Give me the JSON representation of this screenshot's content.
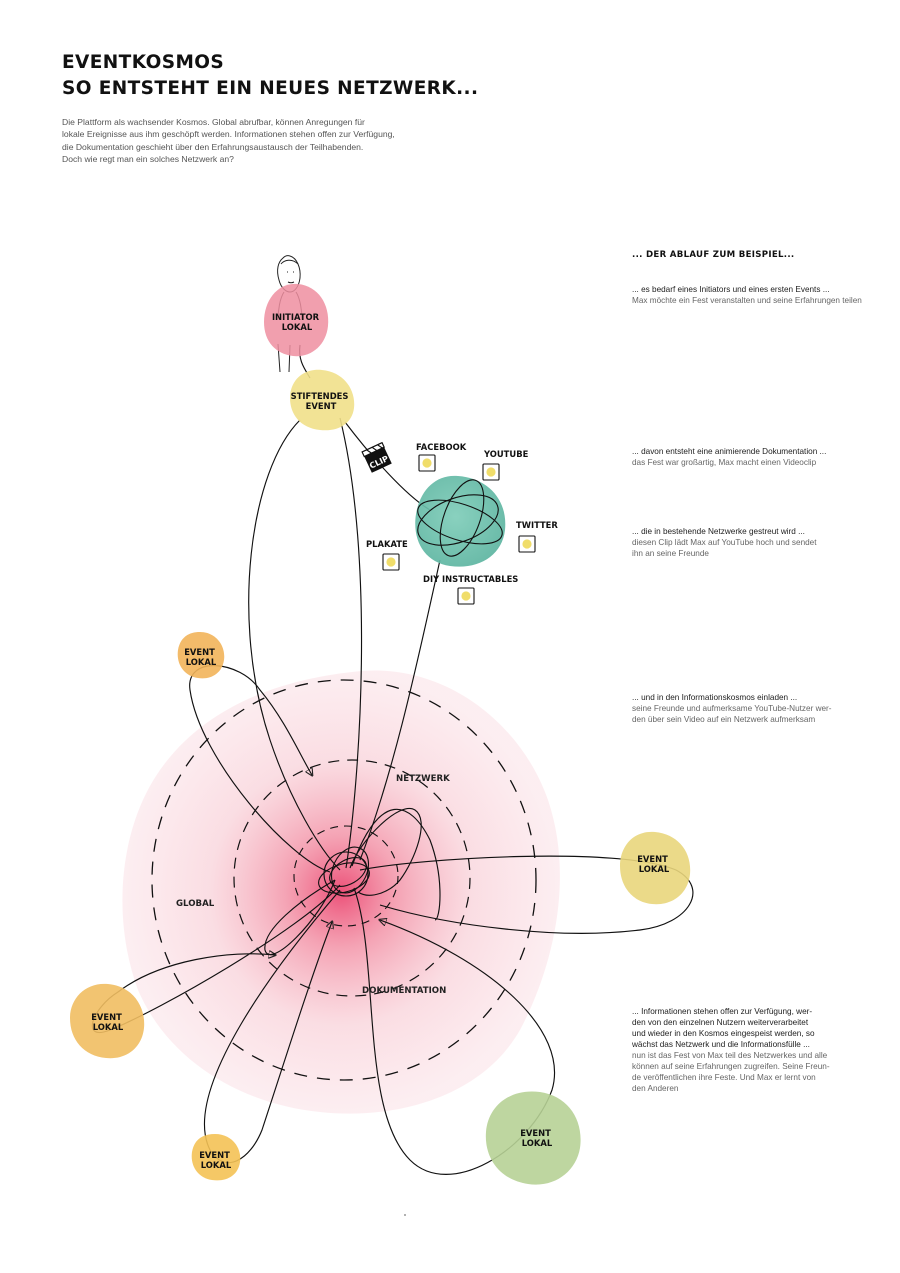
{
  "header": {
    "title_line1": "EVENTKOSMOS",
    "title_line2": "SO ENTSTEHT EIN NEUES NETZWERK...",
    "intro_lines": [
      "Die Plattform als wachsender Kosmos. Global abrufbar, können Anregungen für",
      "lokale Ereignisse aus ihm geschöpft werden. Informationen stehen offen zur Verfügung,",
      "die Dokumentation geschieht über den Erfahrungsaustausch der Teilhabenden.",
      "Doch wie regt man ein solches Netzwerk an?"
    ]
  },
  "sidebar": {
    "heading": "... DER ABLAUF ZUM BEISPIEL...",
    "steps": [
      {
        "lead": [
          "... es bedarf eines Initiators und eines ersten Events ..."
        ],
        "detail": [
          "Max möchte ein Fest veranstalten und seine Erfahrungen teilen"
        ]
      },
      {
        "lead": [
          "... davon entsteht eine animierende Dokumentation ..."
        ],
        "detail": [
          "das Fest war großartig, Max macht einen Videoclip"
        ]
      },
      {
        "lead": [
          "... die in bestehende Netzwerke gestreut wird ..."
        ],
        "detail": [
          "diesen Clip lädt Max auf YouTube hoch und sendet",
          "ihn an seine Freunde"
        ]
      },
      {
        "lead": [
          "... und in den Informationskosmos einladen ..."
        ],
        "detail": [
          "seine Freunde und aufmerksame YouTube-Nutzer wer-",
          "den über sein Video auf ein Netzwerk aufmerksam"
        ]
      },
      {
        "lead": [
          "... Informationen stehen offen zur Verfügung, wer-",
          "den von den einzelnen Nutzern weiterverarbeitet",
          "und wieder in den Kosmos eingespeist werden, so",
          "wächst das Netzwerk und die Informationsfülle ..."
        ],
        "detail": [
          "nun ist das Fest von Max teil des Netzwerkes und alle",
          "können auf seine Erfahrungen zugreifen. Seine Freun-",
          "de veröffentlichen ihre Feste. Und Max er lernt von",
          "den Anderen"
        ]
      }
    ]
  },
  "diagram": {
    "initiator": [
      "INITIATOR",
      "LOKAL"
    ],
    "stiftendes": [
      "STIFTENDES",
      "EVENT"
    ],
    "clip": "CLIP",
    "media": {
      "facebook": "FACEBOOK",
      "youtube": "YOUTUBE",
      "twitter": "TWITTER",
      "plakate": "PLAKATE",
      "diy": "DIY INSTRUCTABLES"
    },
    "regions": {
      "netzwerk": "NETZWERK",
      "global": "GLOBAL",
      "dokumentation": "DOKUMENTATION"
    },
    "event_lines": [
      "EVENT",
      "LOKAL"
    ],
    "colors": {
      "pink": "#ea6a86",
      "teal": "#5fb8a4",
      "yellow": "#ecd873",
      "orange": "#f0b556",
      "green": "#b9d298",
      "icon": "#f2e27a"
    }
  }
}
